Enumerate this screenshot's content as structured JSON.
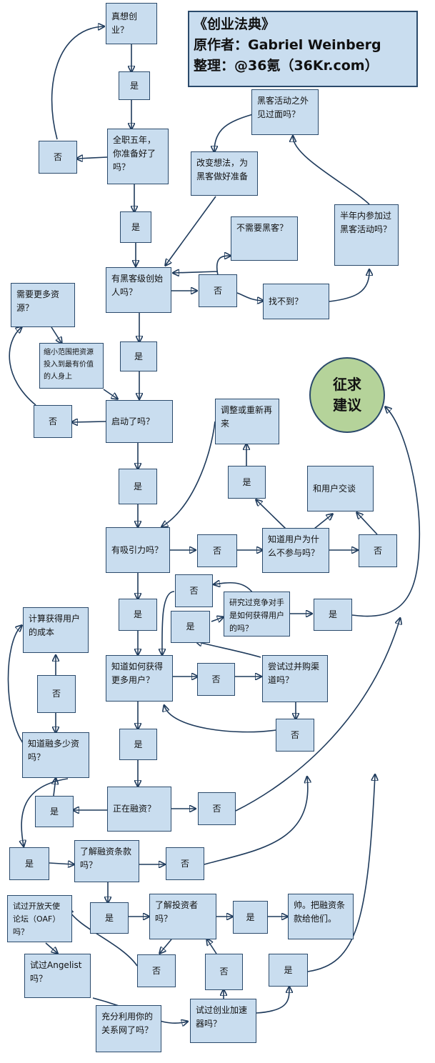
{
  "title": {
    "line1": "《创业法典》",
    "line2": "原作者：Gabriel Weinberg",
    "line3": "整理：@36氪（36Kr.com）"
  },
  "suggest": {
    "line1": "征求",
    "line2": "建议"
  },
  "nodes": {
    "really_startup": "真想创业？",
    "yes_1": "是",
    "full_time_5y": "全职五年，你准备好了吗？",
    "no_1": "否",
    "yes_2": "是",
    "hacker_founder": "有黑客级创始人吗？",
    "no_2": "否",
    "no_hacker_needed": "不需要黑客？",
    "cant_find": "找不到？",
    "change_mind": "改变想法，为黑客做好准备",
    "met_hackers": "黑客活动之外见过面吗？",
    "half_year_events": "半年内参加过黑客活动吗？",
    "yes_3": "是",
    "need_resources": "需要更多资源？",
    "narrow_focus": "缩小范围把资源投入到最有价值的人身上",
    "launched": "启动了吗？",
    "no_3": "否",
    "yes_4": "是",
    "traction": "有吸引力吗？",
    "adjust_restart": "调整或重新再来",
    "yes_5": "是",
    "talk_users": "和用户交谈",
    "no_4": "否",
    "know_why": "知道用户为什么不参与吗？",
    "no_5": "否",
    "no_6": "否",
    "researched": "研究过竞争对手是如何获得用户的吗？",
    "yes_6": "是",
    "yes_7": "是",
    "yes_8": "是",
    "know_get_users": "知道如何获得更多用户？",
    "no_7": "否",
    "tried_channels": "尝试过并购渠道吗？",
    "no_8": "否",
    "calc_cost": "计算获得用户的成本",
    "no_9": "否",
    "know_raise": "知道融多少资吗？",
    "yes_9": "是",
    "yes_10": "是",
    "raising": "正在融资？",
    "no_10": "否",
    "yes_11": "是",
    "know_terms": "了解融资条款吗？",
    "no_11": "否",
    "yes_12": "是",
    "know_investors": "了解投资者吗？",
    "yes_13": "是",
    "handsome": "帅。把融资条款给他们。",
    "tried_oaf": "试过开放天使论坛（OAF）吗？",
    "tried_angellist": "试过Angelist吗？",
    "no_12": "否",
    "no_13": "否",
    "yes_14": "是",
    "network": "充分利用你的关系网了吗？",
    "accelerator": "试过创业加速器吗？"
  }
}
